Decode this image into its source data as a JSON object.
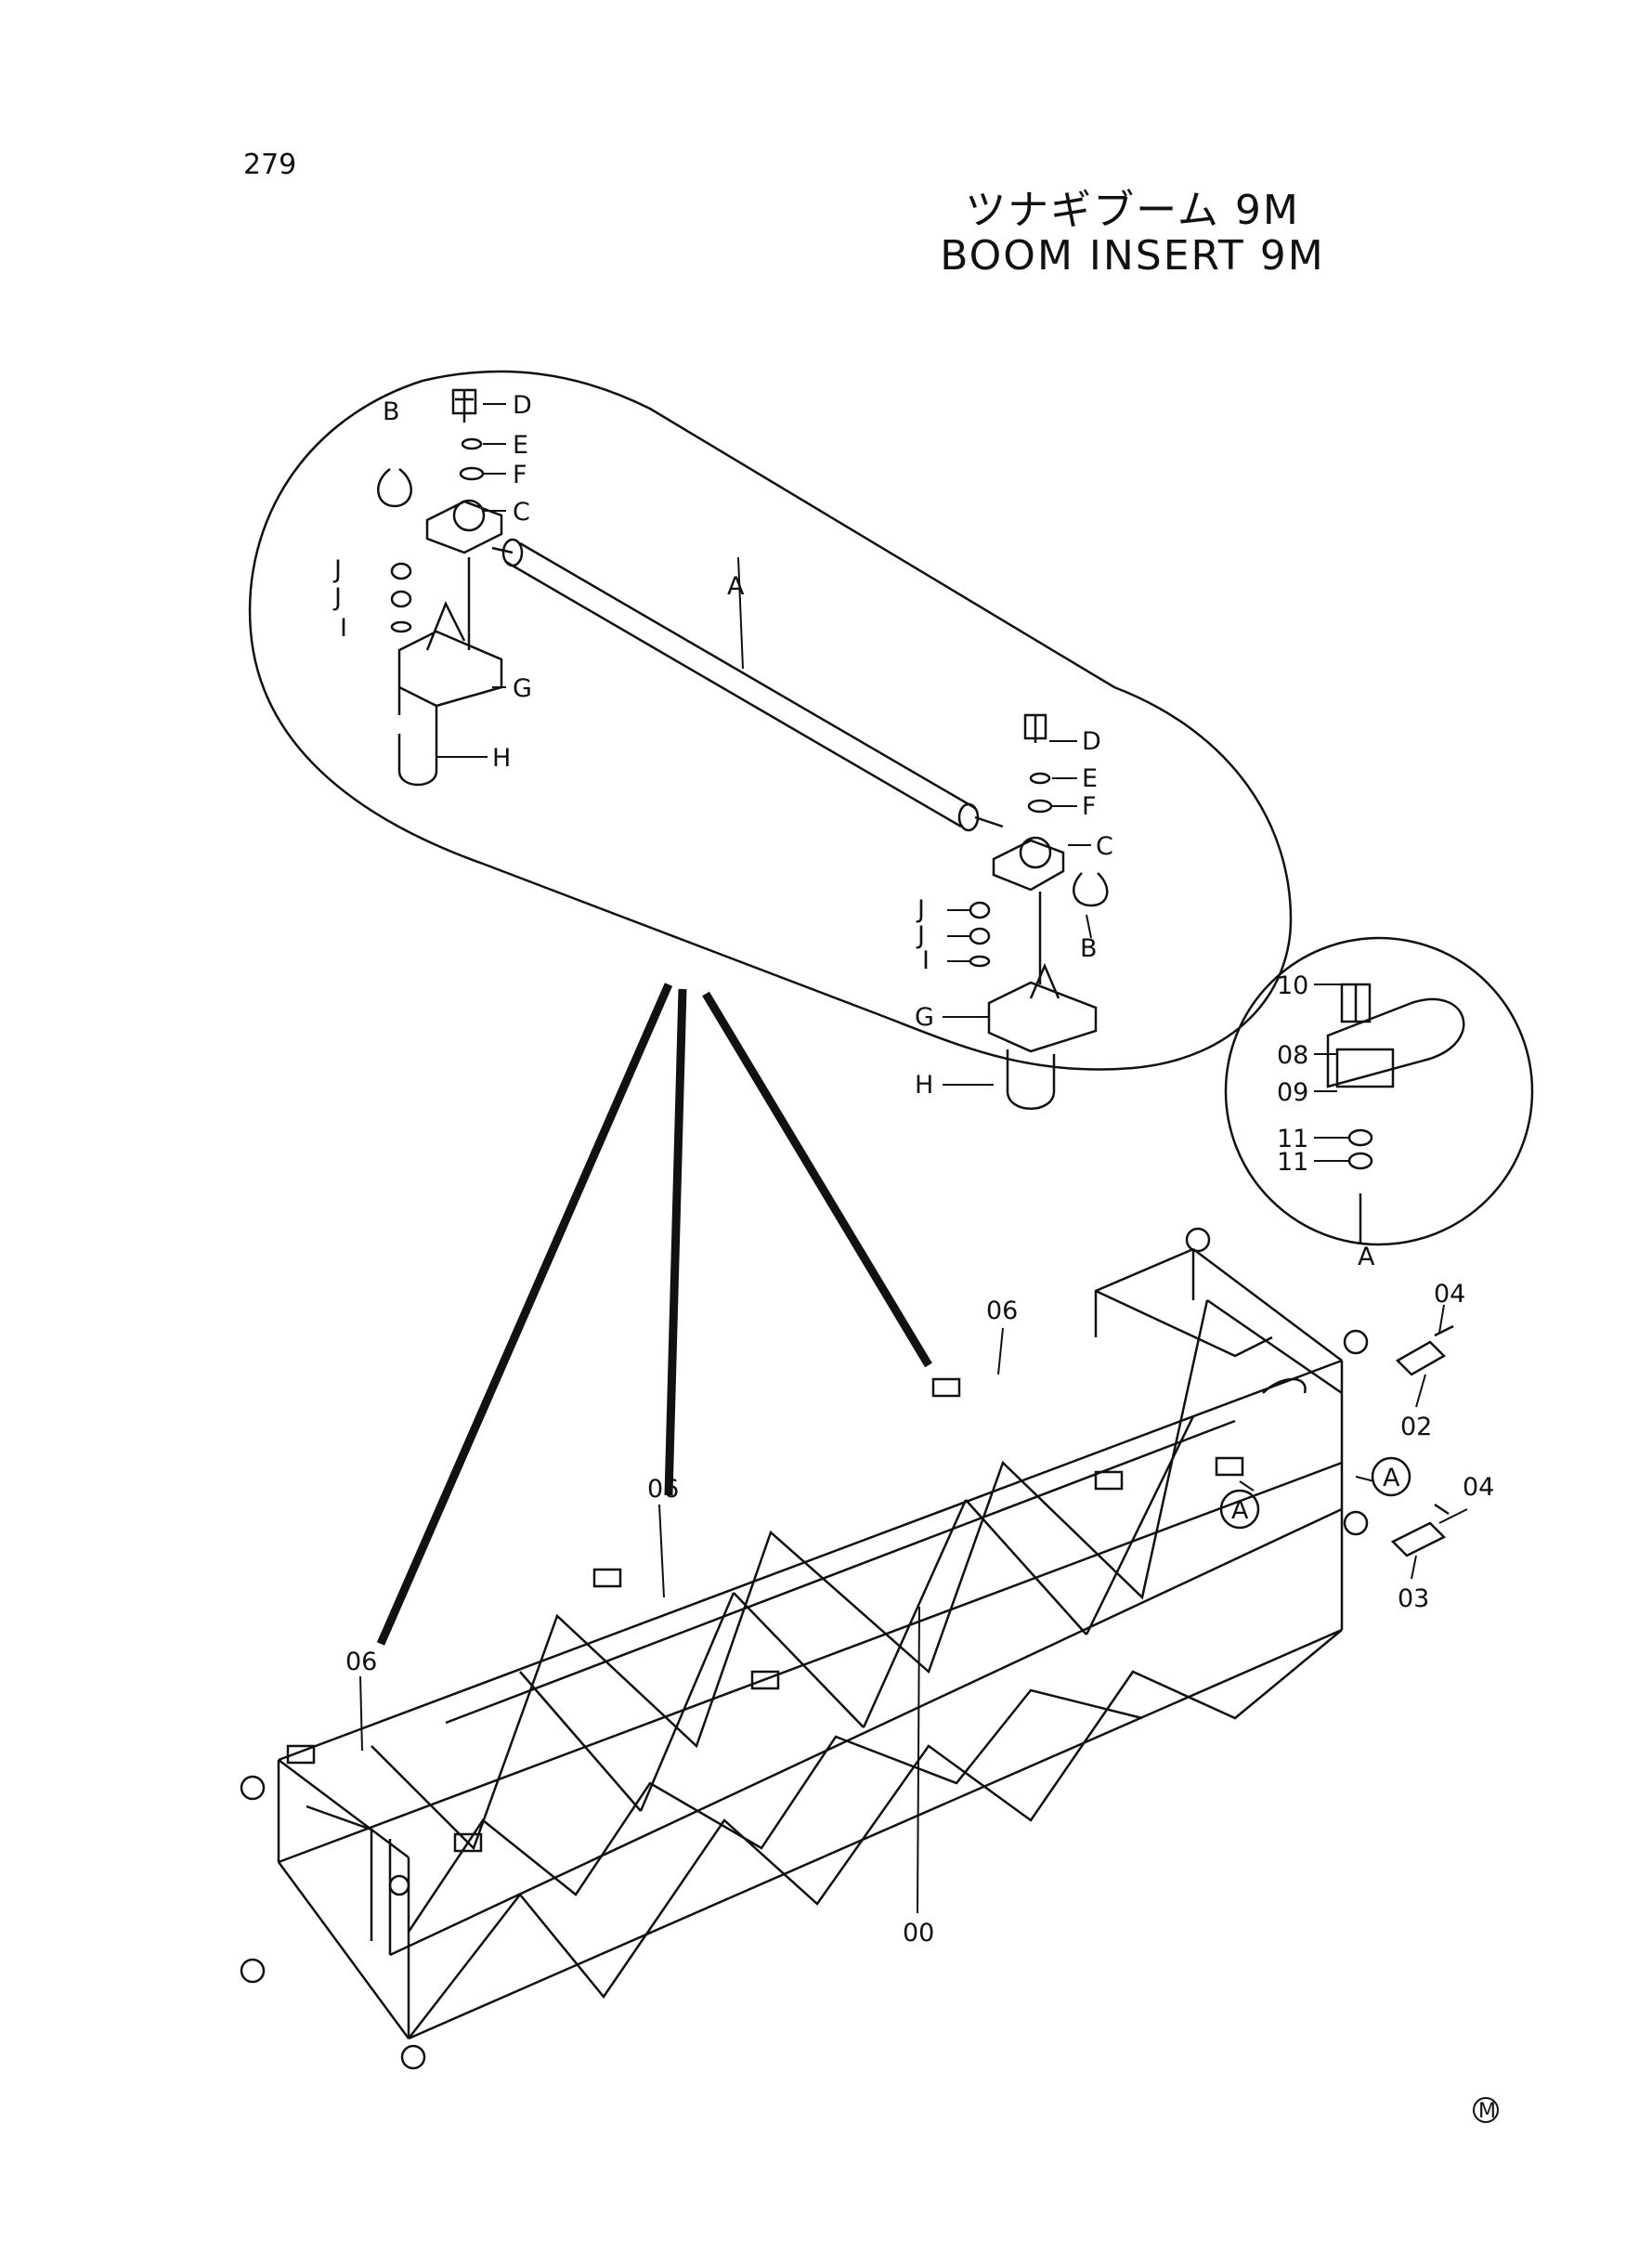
{
  "page_number": "279",
  "title_jp": "ツナギブーム 9M",
  "title_en": "BOOM INSERT 9M",
  "detail_labels": {
    "A": "A",
    "B": "B",
    "C": "C",
    "D": "D",
    "E": "E",
    "F": "F",
    "G": "G",
    "H": "H",
    "I": "I",
    "J": "J"
  },
  "part_numbers": {
    "p00": "00",
    "p02": "02",
    "p03": "03",
    "p04": "04",
    "p06": "06",
    "p08": "08",
    "p09": "09",
    "p10": "10",
    "p11": "11"
  },
  "callout_a": "A",
  "mark": "M"
}
